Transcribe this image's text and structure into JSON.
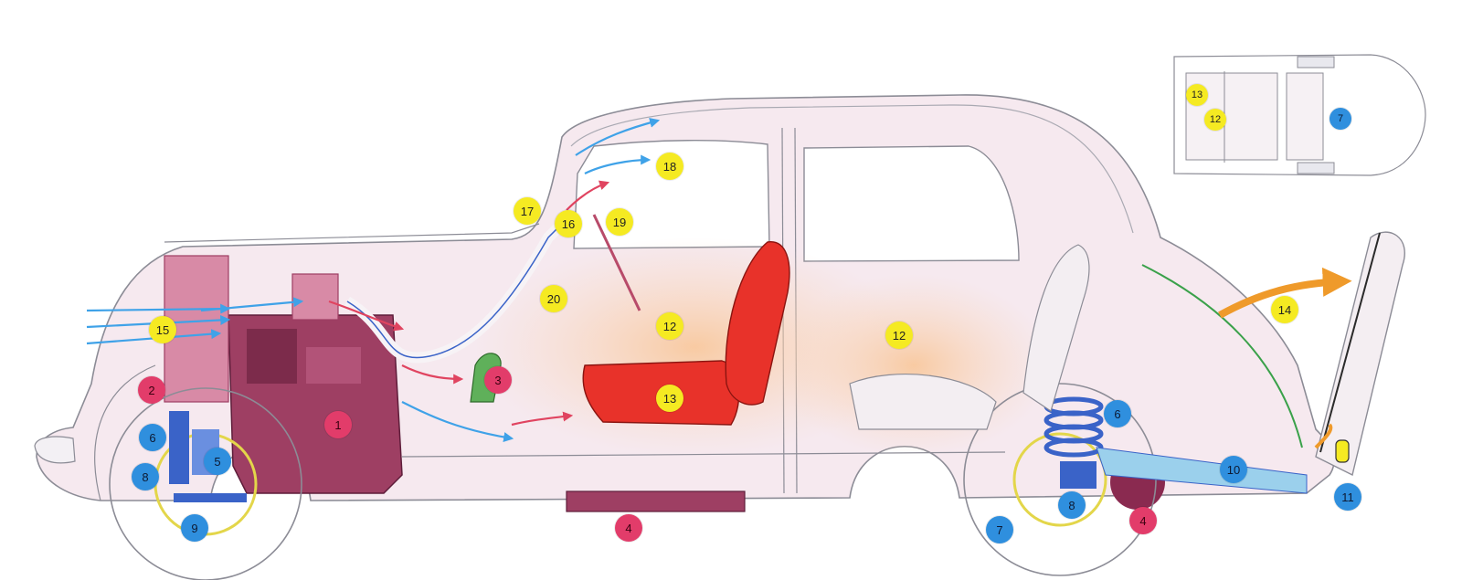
{
  "colors": {
    "yellow": "#f5ea22",
    "blue": "#2f8fde",
    "pink": "#e23c6a",
    "engine": "#9e3f63",
    "seat": "#e8322a",
    "suspension": "#3a63c8",
    "airflow_cool": "#3fa2e8",
    "airflow_warm": "#e04460",
    "trunk_arrow": "#ef9a2a",
    "cable_green": "#3aa14a"
  },
  "markers": [
    {
      "id": "m1",
      "label": "1",
      "color": "pink"
    },
    {
      "id": "m2",
      "label": "2",
      "color": "pink"
    },
    {
      "id": "m3",
      "label": "3",
      "color": "pink"
    },
    {
      "id": "m4a",
      "label": "4",
      "color": "pink"
    },
    {
      "id": "m4b",
      "label": "4",
      "color": "pink"
    },
    {
      "id": "m5",
      "label": "5",
      "color": "blue"
    },
    {
      "id": "m6a",
      "label": "6",
      "color": "blue"
    },
    {
      "id": "m6b",
      "label": "6",
      "color": "blue"
    },
    {
      "id": "m7a",
      "label": "7",
      "color": "blue"
    },
    {
      "id": "m7b",
      "label": "7",
      "color": "blue"
    },
    {
      "id": "m8a",
      "label": "8",
      "color": "blue"
    },
    {
      "id": "m8b",
      "label": "8",
      "color": "blue"
    },
    {
      "id": "m9",
      "label": "9",
      "color": "blue"
    },
    {
      "id": "m10",
      "label": "10",
      "color": "blue"
    },
    {
      "id": "m11",
      "label": "11",
      "color": "blue"
    },
    {
      "id": "m12a",
      "label": "12",
      "color": "yellow"
    },
    {
      "id": "m12b",
      "label": "12",
      "color": "yellow"
    },
    {
      "id": "m12c",
      "label": "12",
      "color": "yellow"
    },
    {
      "id": "m13a",
      "label": "13",
      "color": "yellow"
    },
    {
      "id": "m13b",
      "label": "13",
      "color": "yellow"
    },
    {
      "id": "m14",
      "label": "14",
      "color": "yellow"
    },
    {
      "id": "m15",
      "label": "15",
      "color": "yellow"
    },
    {
      "id": "m16",
      "label": "16",
      "color": "yellow"
    },
    {
      "id": "m17",
      "label": "17",
      "color": "yellow"
    },
    {
      "id": "m18",
      "label": "18",
      "color": "yellow"
    },
    {
      "id": "m19",
      "label": "19",
      "color": "yellow"
    },
    {
      "id": "m20",
      "label": "20",
      "color": "yellow"
    }
  ]
}
